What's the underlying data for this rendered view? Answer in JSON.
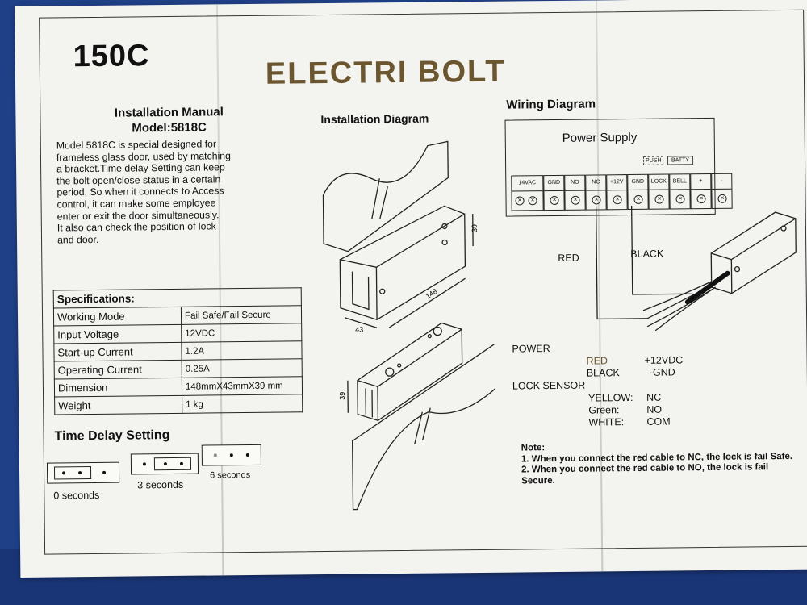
{
  "header": {
    "model_number": "150C",
    "brand": "ELECTRI BOLT"
  },
  "manual": {
    "title_line1": "Installation Manual",
    "title_line2": "Model:5818C",
    "intro": [
      "Model 5818C is special designed for",
      "frameless glass door, used by matching",
      "a bracket.Time delay Setting can keep",
      "the bolt open/close status in a certain",
      "period. So when it connects to Access",
      "control, it can make some employee",
      "enter or exit the door simultaneously.",
      "It also can check the position of lock",
      "and door."
    ]
  },
  "specifications": {
    "title": "Specifications:",
    "rows": [
      {
        "label": "Working Mode",
        "value": "Fail Safe/Fail Secure"
      },
      {
        "label": "Input Voltage",
        "value": "12VDC"
      },
      {
        "label": "Start-up Current",
        "value": "1.2A"
      },
      {
        "label": "Operating Current",
        "value": "0.25A"
      },
      {
        "label": "Dimension",
        "value": "148mmX43mmX39 mm"
      },
      {
        "label": "Weight",
        "value": "1  kg"
      }
    ]
  },
  "time_delay": {
    "title": "Time Delay Setting",
    "options": [
      {
        "label": "0 seconds",
        "jumper_pins": [
          1,
          2
        ]
      },
      {
        "label": "3 seconds",
        "jumper_pins": [
          2,
          3
        ]
      },
      {
        "label": "6 seconds",
        "jumper_pins": []
      }
    ]
  },
  "installation_diagram": {
    "title": "Installation Diagram",
    "dims": {
      "height": "39",
      "length": "148",
      "width": "43",
      "bracket_height": "39"
    }
  },
  "wiring": {
    "title": "Wiring Diagram",
    "power_supply_label": "Power Supply",
    "group_push": "PUSH",
    "group_batt": "BATTY",
    "terminals": [
      "14VAC",
      "GND",
      "NO",
      "NC",
      "+12V",
      "GND",
      "LOCK",
      "BELL",
      "+",
      "-"
    ],
    "wire_red": "RED",
    "wire_black": "BLACK"
  },
  "legend": {
    "power_heading": "POWER",
    "power_rows": [
      {
        "color": "RED",
        "meaning": "+12VDC"
      },
      {
        "color": "BLACK",
        "meaning": "-GND"
      }
    ],
    "sensor_heading": "LOCK SENSOR",
    "sensor_rows": [
      {
        "color": "YELLOW:",
        "meaning": "NC"
      },
      {
        "color": "Green:",
        "meaning": "NO"
      },
      {
        "color": "WHITE:",
        "meaning": "COM"
      }
    ]
  },
  "note": {
    "heading": "Note:",
    "items": [
      "1. When you connect the red cable to NC, the lock is fail Safe.",
      "2. When you connect the red cable to NO, the lock is fail Secure."
    ]
  },
  "colors": {
    "brand": "#6b5630",
    "background": "#1f3f86",
    "paper": "#f3f3ef"
  }
}
